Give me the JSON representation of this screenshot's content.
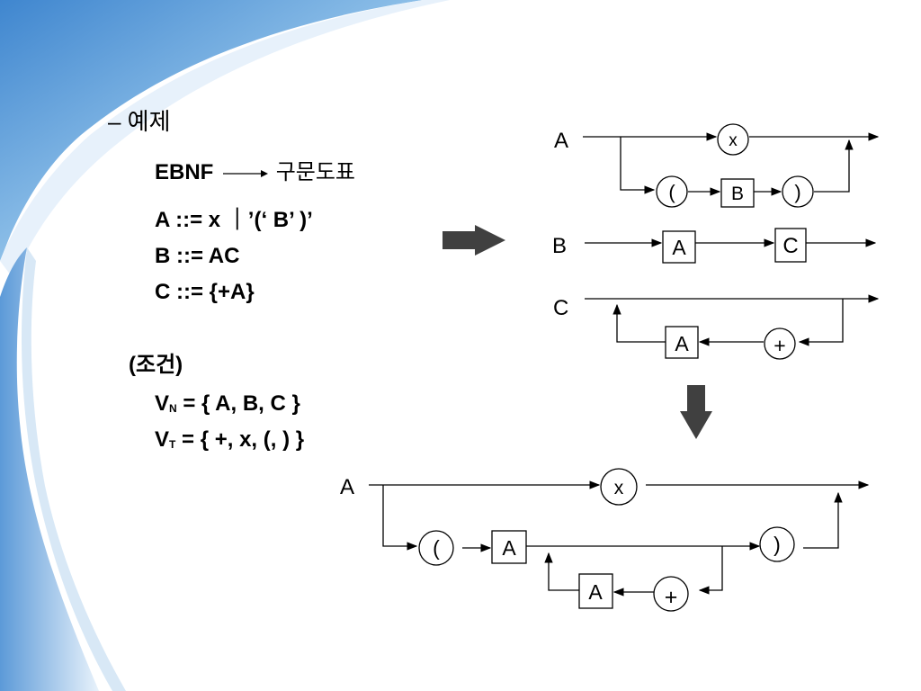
{
  "left": {
    "example_label": "– 예제",
    "ebnf": {
      "from": "EBNF",
      "to": "구문도표"
    },
    "rules": [
      "A ::= x ｜’(‘ B’ )’",
      "B ::= AC",
      "C ::= {+A}"
    ],
    "condition_label": "(조건)",
    "vn": {
      "lhs": "V",
      "sub": "N",
      "rhs": " = { A, B, C }"
    },
    "vt": {
      "lhs": "V",
      "sub": "T",
      "rhs": " = { +, x, (, ) }"
    }
  },
  "diagrams": {
    "a": {
      "label": "A",
      "x": "x",
      "open": "(",
      "b": "B",
      "close": ")"
    },
    "b": {
      "label": "B",
      "a": "A",
      "c": "C"
    },
    "c": {
      "label": "C",
      "a": "A",
      "plus": "+"
    },
    "final": {
      "label": "A",
      "x": "x",
      "open": "(",
      "a1": "A",
      "close": ")",
      "a2": "A",
      "plus": "+"
    }
  },
  "colors": {
    "background_accent": "#6aa5dc",
    "arrow_fill": "#404040"
  }
}
